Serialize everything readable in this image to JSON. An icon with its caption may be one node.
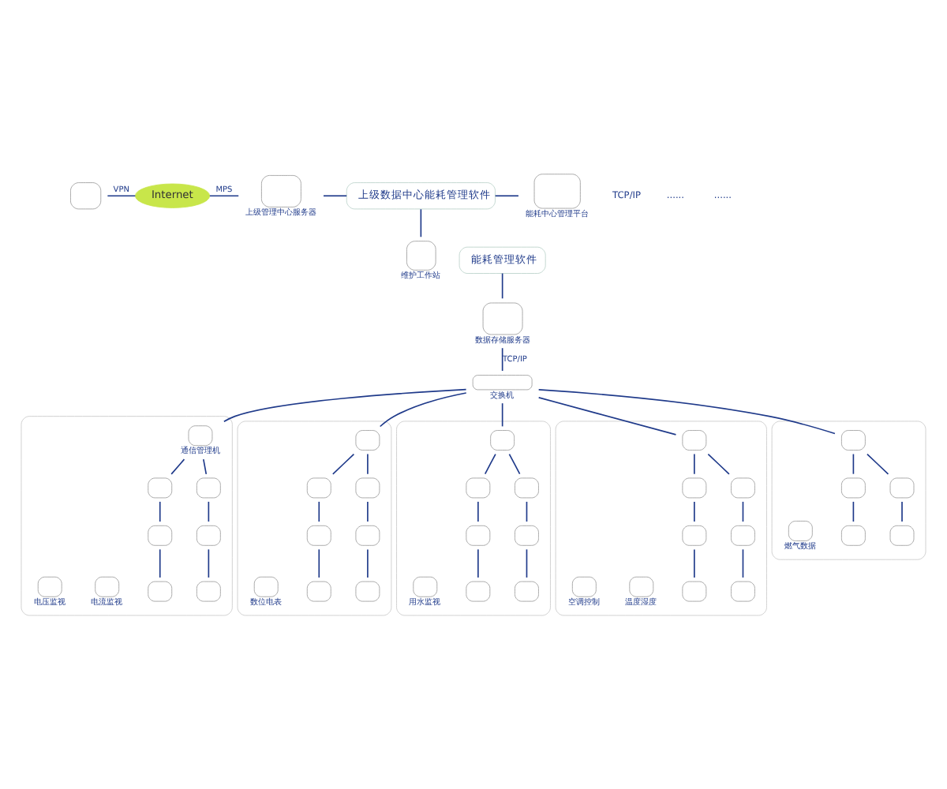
{
  "diagram": {
    "nodes": [
      {
        "text": [],
        "shape": "box"
      },
      {
        "text": [
          "Internet"
        ]
      },
      {
        "text": [],
        "shape": "box",
        "beside": [
          "上级管理中心服务器"
        ]
      },
      {
        "text": [
          "上级数据中心能耗管理软件"
        ]
      },
      {
        "text": [],
        "shape": "box",
        "beside": [
          "能耗中心管理平台"
        ]
      },
      {
        "text": [],
        "shape": "box",
        "beside": [
          "维护工作站"
        ]
      },
      {
        "text": [
          "能耗管理软件"
        ]
      },
      {
        "text": [],
        "shape": "box",
        "beside": [
          "数据存储服务器"
        ]
      },
      {
        "text": [],
        "shape": "box",
        "beside": [
          "交换机"
        ]
      },
      {
        "text": [],
        "shape": "box"
      },
      {
        "text": [],
        "shape": "box",
        "in": 9,
        "beside": [
          "通信管理机"
        ]
      },
      {
        "text": [],
        "shape": "box",
        "in": 9
      },
      {
        "text": [],
        "shape": "box",
        "in": 9
      },
      {
        "text": [],
        "shape": "box",
        "in": 9
      },
      {
        "text": [],
        "shape": "box",
        "in": 9
      },
      {
        "text": [],
        "shape": "box",
        "in": 9
      },
      {
        "text": [],
        "shape": "box",
        "in": 9
      },
      {
        "text": [],
        "shape": "box",
        "in": 9,
        "beside": [
          "电流监视"
        ]
      },
      {
        "text": [],
        "shape": "box",
        "in": 9,
        "beside": [
          "电压监视"
        ]
      },
      {
        "text": [],
        "shape": "box"
      },
      {
        "text": [],
        "shape": "box",
        "in": 19
      },
      {
        "text": [],
        "shape": "box",
        "in": 19
      },
      {
        "text": [],
        "shape": "box",
        "in": 19
      },
      {
        "text": [],
        "shape": "box",
        "in": 19
      },
      {
        "text": [],
        "shape": "box",
        "in": 19
      },
      {
        "text": [],
        "shape": "box",
        "in": 19
      },
      {
        "text": [],
        "shape": "box",
        "in": 19
      },
      {
        "text": [],
        "shape": "box",
        "in": 19,
        "beside": [
          "数位电表"
        ]
      },
      {
        "text": [],
        "shape": "box"
      },
      {
        "text": [],
        "shape": "box",
        "in": 28
      },
      {
        "text": [],
        "shape": "box",
        "in": 28
      },
      {
        "text": [],
        "shape": "box",
        "in": 28
      },
      {
        "text": [],
        "shape": "box",
        "in": 28
      },
      {
        "text": [],
        "shape": "box",
        "in": 28
      },
      {
        "text": [],
        "shape": "box",
        "in": 28
      },
      {
        "text": [],
        "shape": "box",
        "in": 28
      },
      {
        "text": [],
        "shape": "box",
        "in": 28,
        "beside": [
          "用水监视"
        ]
      },
      {
        "text": [],
        "shape": "box"
      },
      {
        "text": [],
        "shape": "box",
        "in": 37
      },
      {
        "text": [],
        "shape": "box",
        "in": 37
      },
      {
        "text": [],
        "shape": "box",
        "in": 37
      },
      {
        "text": [],
        "shape": "box",
        "in": 37
      },
      {
        "text": [],
        "shape": "box",
        "in": 37
      },
      {
        "text": [],
        "shape": "box",
        "in": 37
      },
      {
        "text": [],
        "shape": "box",
        "in": 37
      },
      {
        "text": [],
        "shape": "box",
        "in": 37,
        "beside": [
          "温度湿度"
        ]
      },
      {
        "text": [],
        "shape": "box",
        "in": 37,
        "beside": [
          "空调控制"
        ]
      },
      {
        "text": [],
        "shape": "box"
      },
      {
        "text": [],
        "shape": "box",
        "in": 47
      },
      {
        "text": [],
        "shape": "box",
        "in": 47
      },
      {
        "text": [],
        "shape": "box",
        "in": 47
      },
      {
        "text": [],
        "shape": "box",
        "in": 47
      },
      {
        "text": [],
        "shape": "box",
        "in": 47
      },
      {
        "text": [],
        "shape": "box",
        "in": 47,
        "beside": [
          "燃气数据"
        ]
      }
    ],
    "edges": [
      {
        "from": 0,
        "to": 1,
        "arrow": "none",
        "label": "VPN"
      },
      {
        "from": 1,
        "to": 2,
        "arrow": "none",
        "label": "MPS"
      },
      {
        "from": 2,
        "to": 3,
        "arrow": "none"
      },
      {
        "from": 3,
        "to": 4,
        "arrow": "none"
      },
      {
        "from": 3,
        "to": 5,
        "arrow": "none"
      },
      {
        "from": 6,
        "to": 7,
        "arrow": "none"
      },
      {
        "from": 7,
        "to": 8,
        "arrow": "none",
        "label": "TCP/IP"
      },
      {
        "from": 8,
        "to": 10,
        "arrow": "none"
      },
      {
        "from": 8,
        "to": 20,
        "arrow": "none"
      },
      {
        "from": 8,
        "to": 29,
        "arrow": "none"
      },
      {
        "from": 8,
        "to": 38,
        "arrow": "none"
      },
      {
        "from": 8,
        "to": 48,
        "arrow": "none"
      },
      {
        "from": 10,
        "to": 11,
        "arrow": "none"
      },
      {
        "from": 11,
        "to": 12,
        "arrow": "none"
      },
      {
        "from": 12,
        "to": 13,
        "arrow": "none"
      },
      {
        "from": 10,
        "to": 14,
        "arrow": "none"
      },
      {
        "from": 14,
        "to": 15,
        "arrow": "none"
      },
      {
        "from": 15,
        "to": 16,
        "arrow": "none"
      },
      {
        "from": 20,
        "to": 21,
        "arrow": "none"
      },
      {
        "from": 21,
        "to": 22,
        "arrow": "none"
      },
      {
        "from": 22,
        "to": 23,
        "arrow": "none"
      },
      {
        "from": 20,
        "to": 24,
        "arrow": "none"
      },
      {
        "from": 24,
        "to": 25,
        "arrow": "none"
      },
      {
        "from": 25,
        "to": 26,
        "arrow": "none"
      },
      {
        "from": 29,
        "to": 30,
        "arrow": "none"
      },
      {
        "from": 30,
        "to": 31,
        "arrow": "none"
      },
      {
        "from": 31,
        "to": 32,
        "arrow": "none"
      },
      {
        "from": 29,
        "to": 33,
        "arrow": "none"
      },
      {
        "from": 33,
        "to": 34,
        "arrow": "none"
      },
      {
        "from": 34,
        "to": 35,
        "arrow": "none"
      },
      {
        "from": 38,
        "to": 39,
        "arrow": "none"
      },
      {
        "from": 39,
        "to": 40,
        "arrow": "none"
      },
      {
        "from": 40,
        "to": 41,
        "arrow": "none"
      },
      {
        "from": 38,
        "to": 42,
        "arrow": "none"
      },
      {
        "from": 42,
        "to": 43,
        "arrow": "none"
      },
      {
        "from": 43,
        "to": 44,
        "arrow": "none"
      },
      {
        "from": 48,
        "to": 49,
        "arrow": "none"
      },
      {
        "from": 49,
        "to": 50,
        "arrow": "none"
      },
      {
        "from": 48,
        "to": 51,
        "arrow": "none"
      },
      {
        "from": 51,
        "to": 52,
        "arrow": "none"
      }
    ],
    "labels": [
      "TCP/IP",
      "......",
      "......"
    ]
  }
}
